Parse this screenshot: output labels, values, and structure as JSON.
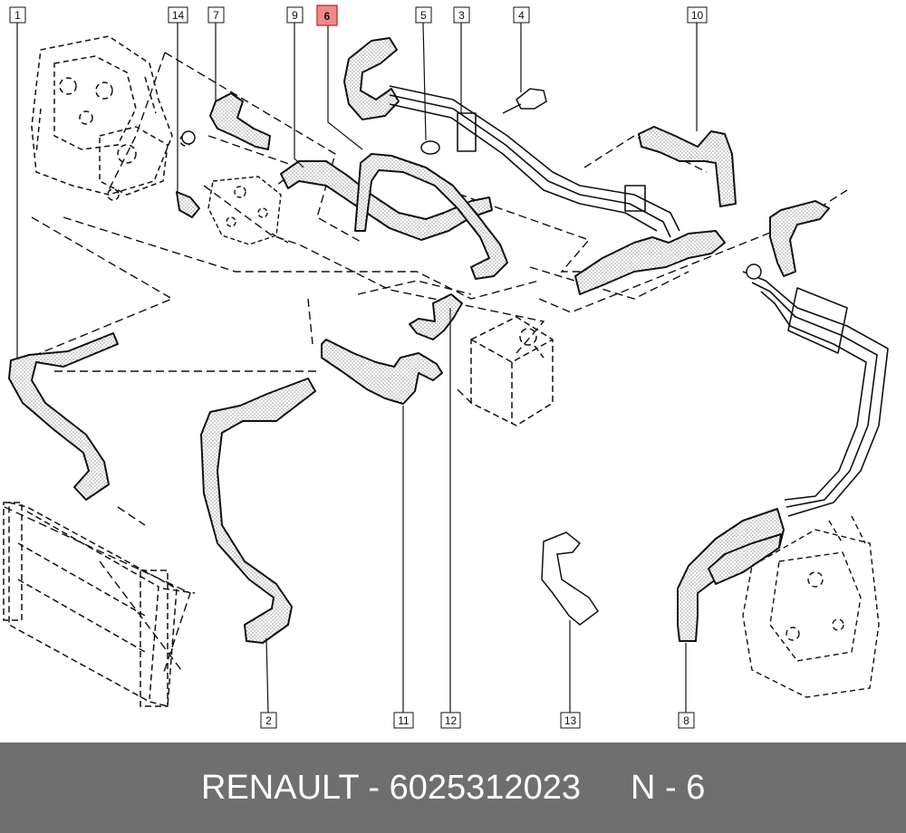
{
  "diagram": {
    "callouts": [
      {
        "id": "callout-1",
        "label": "1"
      },
      {
        "id": "callout-2",
        "label": "2"
      },
      {
        "id": "callout-3",
        "label": "3"
      },
      {
        "id": "callout-4",
        "label": "4"
      },
      {
        "id": "callout-5",
        "label": "5"
      },
      {
        "id": "callout-6",
        "label": "6",
        "highlighted": true
      },
      {
        "id": "callout-7",
        "label": "7"
      },
      {
        "id": "callout-8",
        "label": "8"
      },
      {
        "id": "callout-9",
        "label": "9"
      },
      {
        "id": "callout-10",
        "label": "10"
      },
      {
        "id": "callout-11",
        "label": "11"
      },
      {
        "id": "callout-12",
        "label": "12"
      },
      {
        "id": "callout-13",
        "label": "13"
      },
      {
        "id": "callout-14",
        "label": "14"
      }
    ],
    "highlight_color": "#f08a8a"
  },
  "footer": {
    "brand_part": "RENAULT - 6025312023",
    "note": "N - 6",
    "background": "#6f6f6f"
  }
}
